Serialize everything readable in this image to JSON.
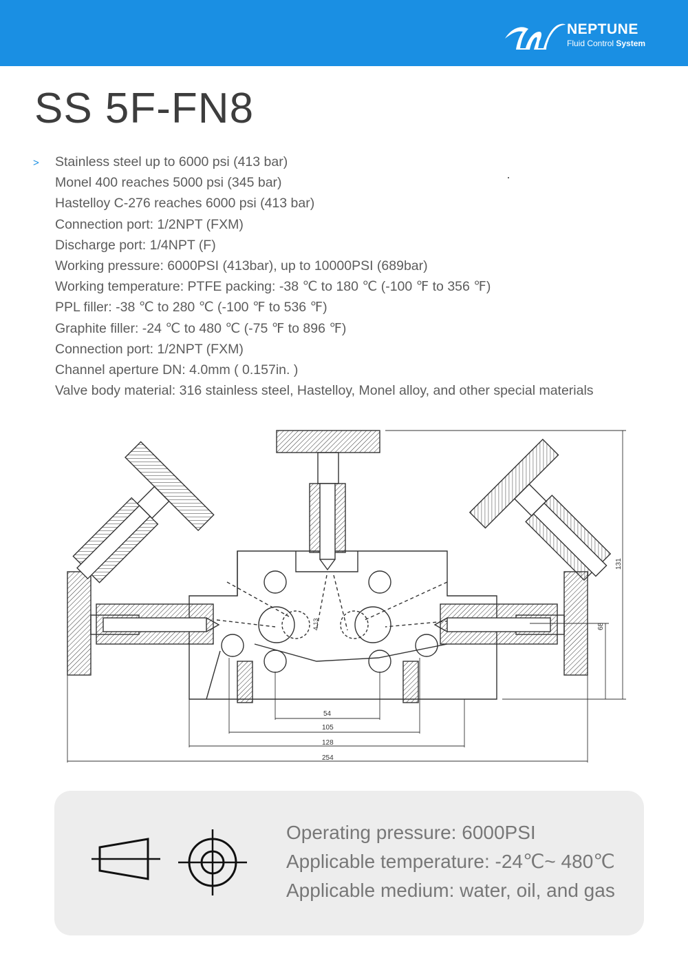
{
  "header": {
    "brand_name": "NEPTUNE",
    "brand_tag_prefix": "Fluid Control ",
    "brand_tag_bold": "System",
    "brand_color": "#1a8fe3",
    "logo_icon": "neptune-wave-logo"
  },
  "product": {
    "title": "SS 5F-FN8"
  },
  "specs": {
    "bullet": ">",
    "items": [
      "Stainless steel up to 6000 psi (413 bar)",
      "Monel 400 reaches 5000 psi (345 bar)",
      "Hastelloy C-276 reaches 6000 psi (413 bar)",
      "Connection port: 1/2NPT (FXM)",
      "Discharge port: 1/4NPT (F)",
      "Working pressure: 6000PSI (413bar), up to 10000PSI (689bar)",
      "Working temperature: PTFE packing: -38 ℃ to 180 ℃ (-100 ℉ to 356 ℉)",
      "PPL filler: -38 ℃ to 280 ℃ (-100 ℉ to 536 ℉)",
      "Graphite filler: -24 ℃ to 480 ℃ (-75 ℉ to 896 ℉)",
      "Connection port: 1/2NPT (FXM)",
      "Channel aperture DN: 4.0mm ( 0.157in. )",
      "Valve body material: 316 stainless steel, Hastelloy, Monel alloy, and other special materials"
    ]
  },
  "drawing": {
    "dimensions": {
      "d54": "54",
      "d105": "105",
      "d128": "128",
      "d254": "254",
      "d131": "131",
      "d68": "68",
      "d413": "4.13"
    }
  },
  "info": {
    "lines": [
      "Operating pressure: 6000PSI",
      "Applicable temperature: -24℃~ 480℃",
      "Applicable medium: water, oil, and gas"
    ],
    "icons": [
      "projection-cone-icon",
      "projection-circle-icon"
    ]
  }
}
